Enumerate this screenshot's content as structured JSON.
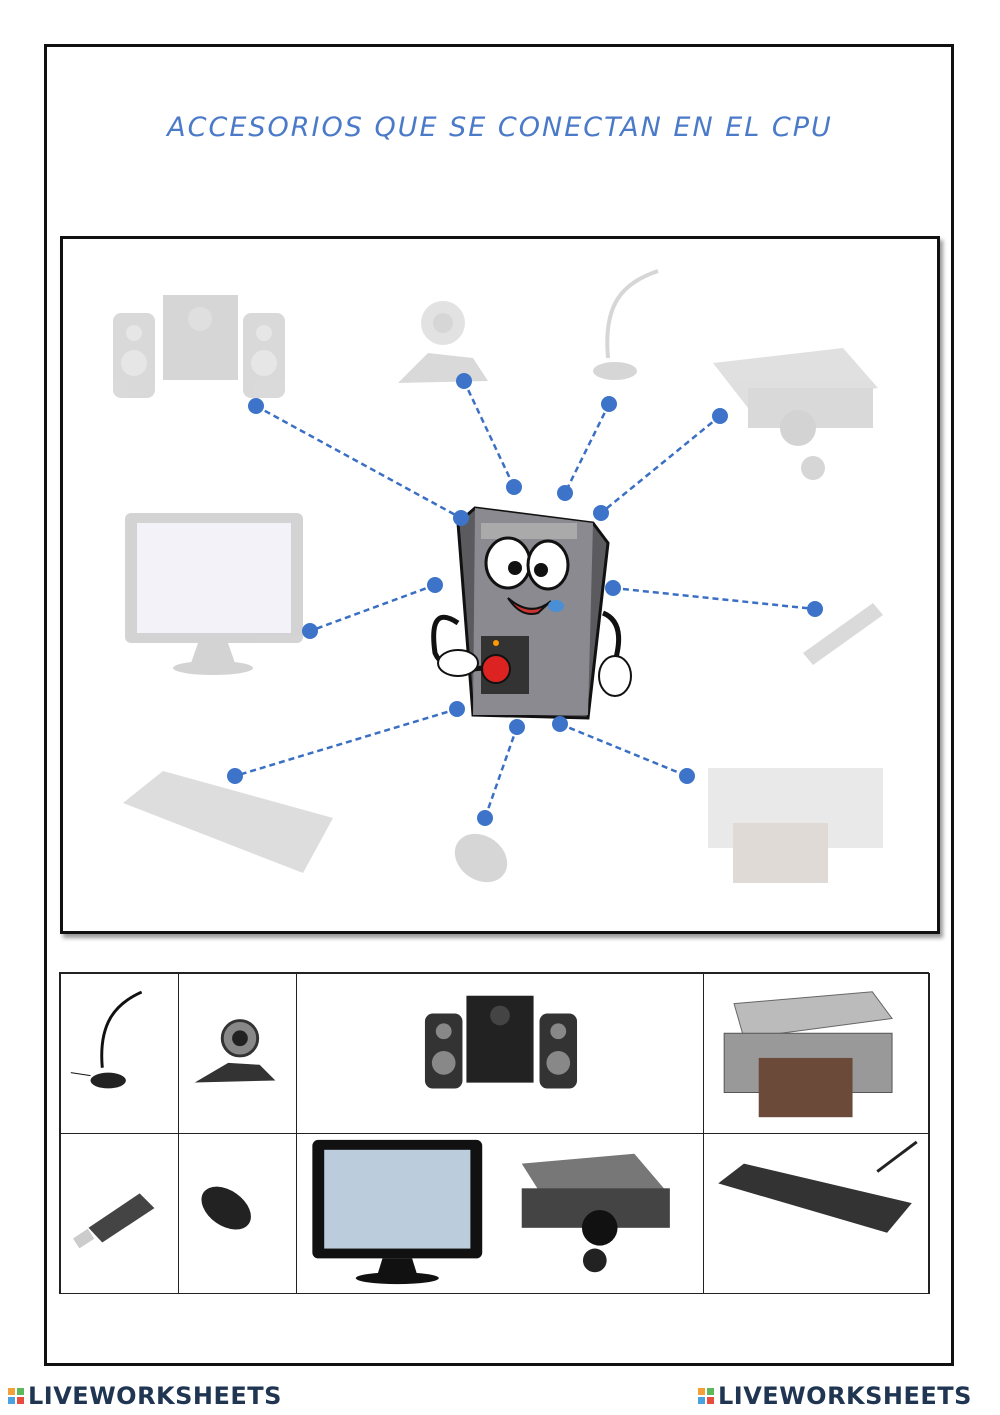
{
  "title": "ACCESORIOS QUE SE CONECTAN EN EL CPU",
  "watermark": {
    "left": "LIVEWORKSHEETS",
    "right": "LIVEWORKSHEETS"
  },
  "colors": {
    "title": "#4a7ac8",
    "connector": "#3a6fc4",
    "dot": "#3d74c9",
    "border": "#111111",
    "watermark_text": "#1f3552"
  },
  "diagram": {
    "center": "cpu-mascot",
    "faded_items": [
      "speakers",
      "webcam",
      "microphone",
      "projector",
      "monitor",
      "usb-drive",
      "keyboard",
      "mouse",
      "printer"
    ]
  },
  "answer_bank": {
    "row1": [
      "microphone",
      "webcam",
      "speakers",
      "printer"
    ],
    "row2": [
      "usb-drive",
      "mouse",
      "monitor",
      "projector",
      "keyboard"
    ]
  }
}
